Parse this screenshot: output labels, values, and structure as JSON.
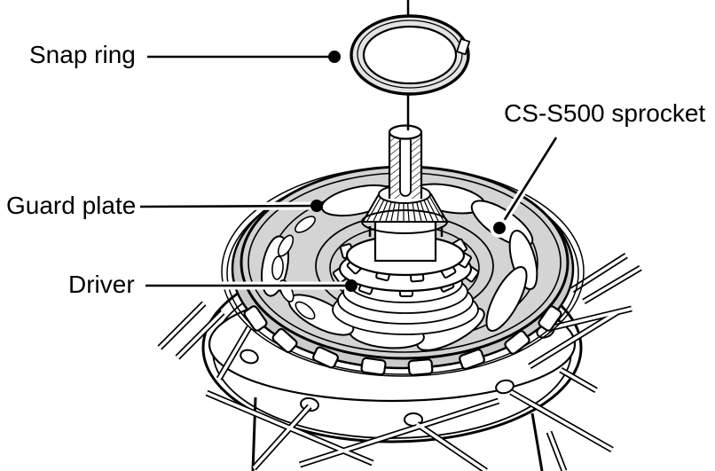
{
  "figure": {
    "type": "exploded-parts-illustration",
    "subject": "internal hub sprocket assembly"
  },
  "labels": {
    "snap_ring": "Snap ring",
    "guard_plate": "Guard plate",
    "driver": "Driver",
    "sprocket": "CS-S500 sprocket"
  },
  "colors": {
    "background": "#ffffff",
    "ink": "#000000",
    "plate_fill": "#d4d4d4",
    "sprocket_fill": "#cbcbcb",
    "ring_band": "#e3e3e3"
  }
}
